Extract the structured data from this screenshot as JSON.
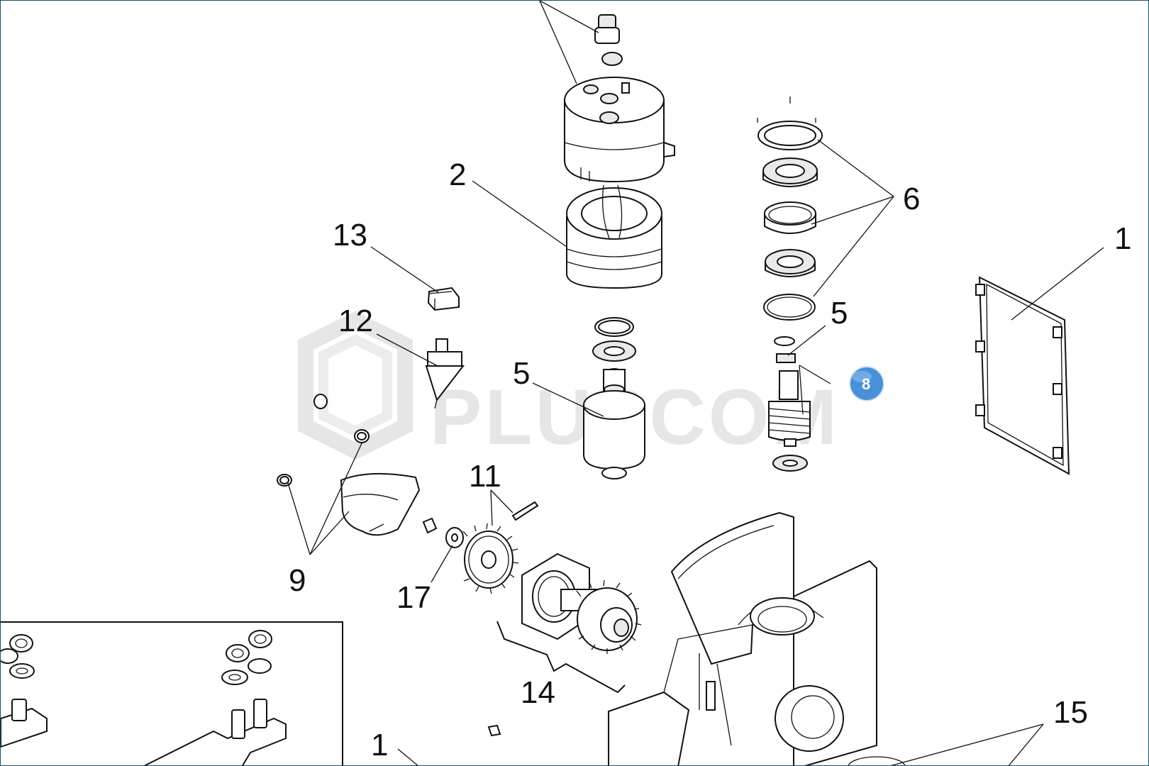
{
  "watermark": {
    "text": "PLUSCOM"
  },
  "hotspot_badge": {
    "label": "8",
    "color": "#4a90d9"
  },
  "colors": {
    "frame_border": "#1f4f63",
    "line_art": "#111111",
    "watermark": "#e6e6e6"
  },
  "callouts": {
    "c1_right": "1",
    "c1_bottom": "1",
    "c2": "2",
    "c5_center": "5",
    "c5_right": "5",
    "c6": "6",
    "c9": "9",
    "c11": "11",
    "c12": "12",
    "c13": "13",
    "c14": "14",
    "c15": "15",
    "c17": "17"
  }
}
